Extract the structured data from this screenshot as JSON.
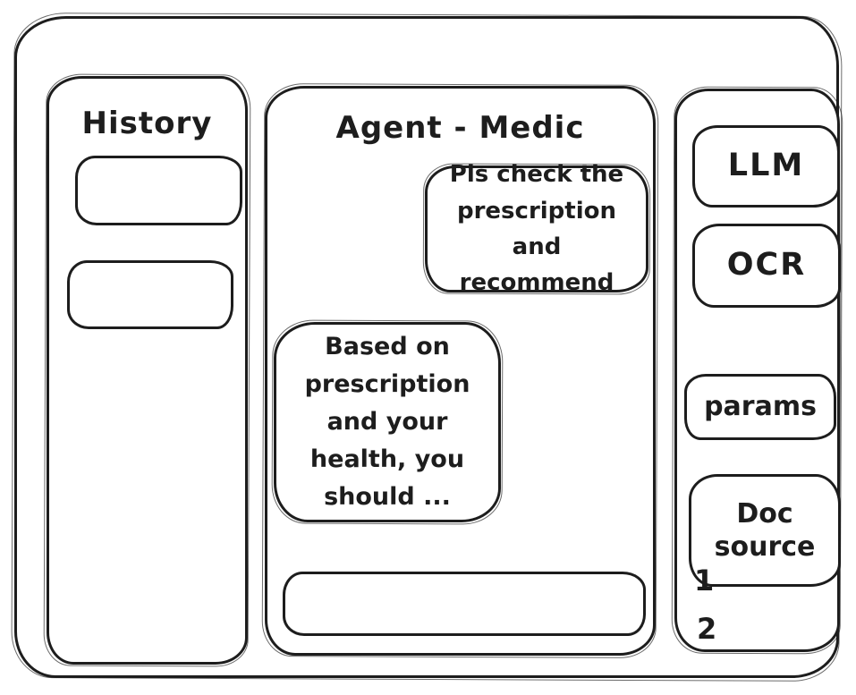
{
  "colors": {
    "stroke": "#1d1d1d",
    "background": "#ffffff"
  },
  "history": {
    "title": "History",
    "item_count": 2
  },
  "chat": {
    "title": "Agent - Medic",
    "messages": [
      {
        "role": "user",
        "text": "Pls check the prescription and recommend"
      },
      {
        "role": "assistant",
        "text": "Based on prescription and your health, you should ..."
      }
    ],
    "input": {
      "value": ""
    }
  },
  "tools": {
    "buttons": [
      {
        "label": "LLM"
      },
      {
        "label": "OCR"
      },
      {
        "label": "params"
      },
      {
        "label": "Doc source"
      }
    ],
    "doc_source_items": [
      "1",
      "2"
    ]
  }
}
